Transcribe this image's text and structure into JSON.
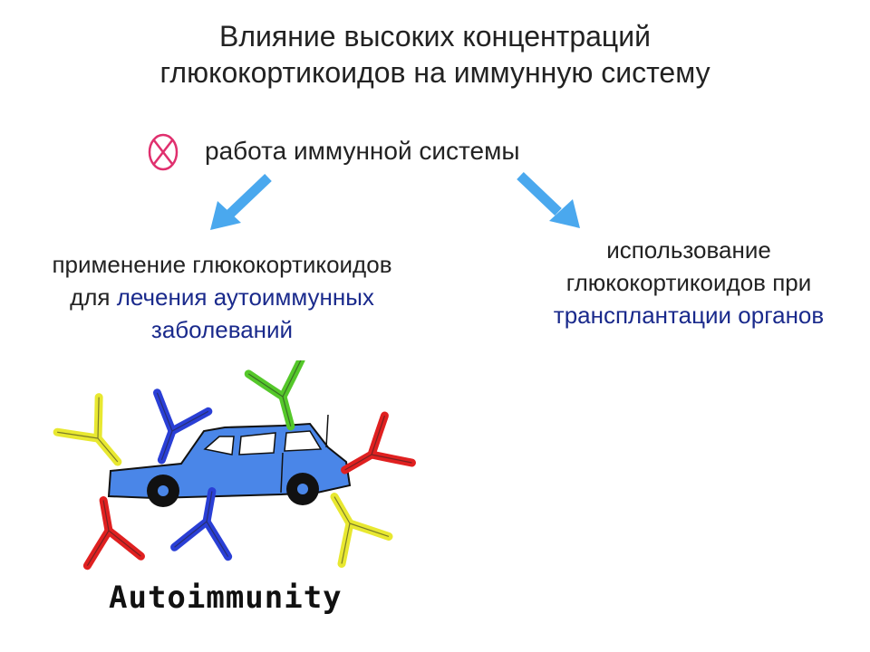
{
  "title": {
    "line1": "Влияние высоких концентраций",
    "line2": "глюкокортикоидов на иммунную систему"
  },
  "effect": {
    "icon": "inhibition-icon",
    "text": "работа иммунной системы"
  },
  "left_block": {
    "line1": "применение глюкокортикоидов",
    "line2_prefix": "для ",
    "line2_highlight": "лечения аутоиммунных",
    "line3_highlight": "заболеваний"
  },
  "right_block": {
    "line1": "использование",
    "line2": "глюкокортикоидов при",
    "line3_highlight": "трансплантации органов"
  },
  "illustration": {
    "caption": "Autoimmunity",
    "antibody_colors": [
      "#e8e830",
      "#2a3fd6",
      "#55c82a",
      "#e02020"
    ],
    "car_color": "#4a86e8"
  },
  "colors": {
    "arrow": "#4aa8ee",
    "inhibit": "#e0306e",
    "highlight": "#1a2a8c"
  }
}
